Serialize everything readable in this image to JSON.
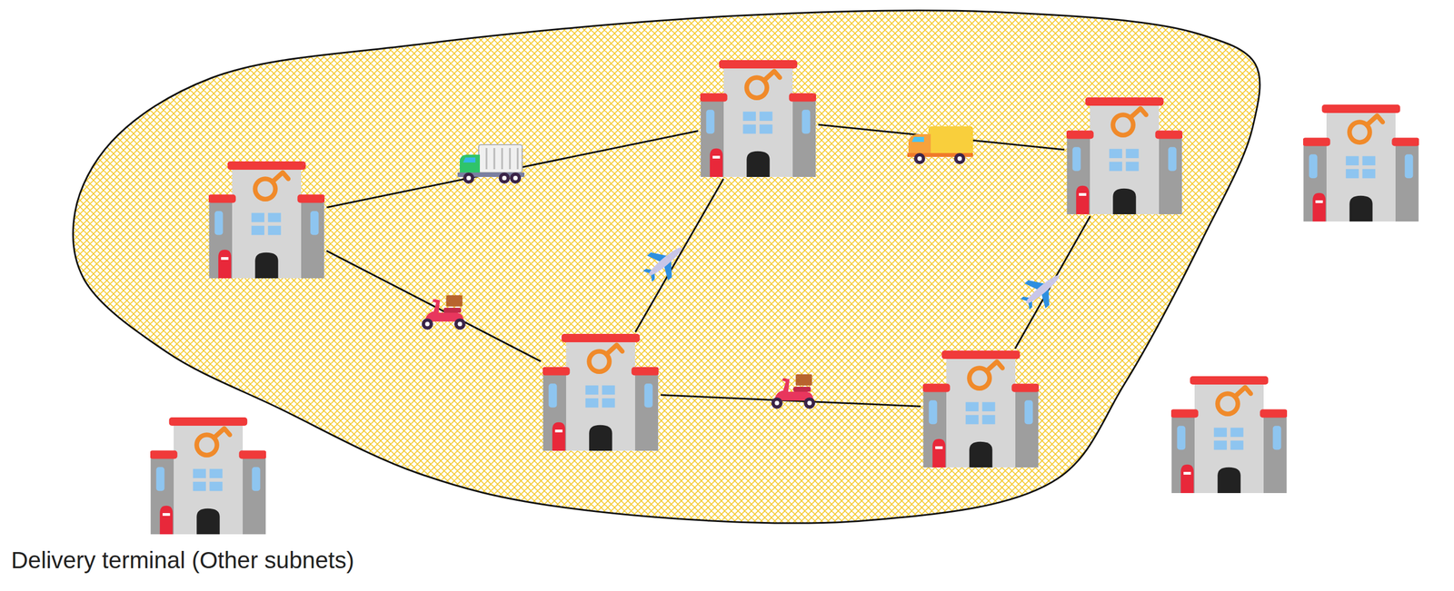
{
  "diagram": {
    "nodes": [
      {
        "text": []
      },
      {
        "text": [],
        "in": 0
      },
      {
        "text": [],
        "in": 0
      },
      {
        "text": [],
        "in": 0
      },
      {
        "text": [],
        "in": 0
      },
      {
        "text": [],
        "in": 0
      },
      {
        "text": []
      },
      {
        "text": []
      },
      {
        "text": [
          "Delivery terminal (Other subnets)"
        ]
      }
    ],
    "edges": [
      {
        "from": 1,
        "to": 2,
        "arrow": "none"
      },
      {
        "from": 2,
        "to": 3,
        "arrow": "none"
      },
      {
        "from": 1,
        "to": 4,
        "arrow": "none"
      },
      {
        "from": 2,
        "to": 4,
        "arrow": "none"
      },
      {
        "from": 4,
        "to": 5,
        "arrow": "none"
      },
      {
        "from": 3,
        "to": 5,
        "arrow": "none"
      }
    ]
  }
}
